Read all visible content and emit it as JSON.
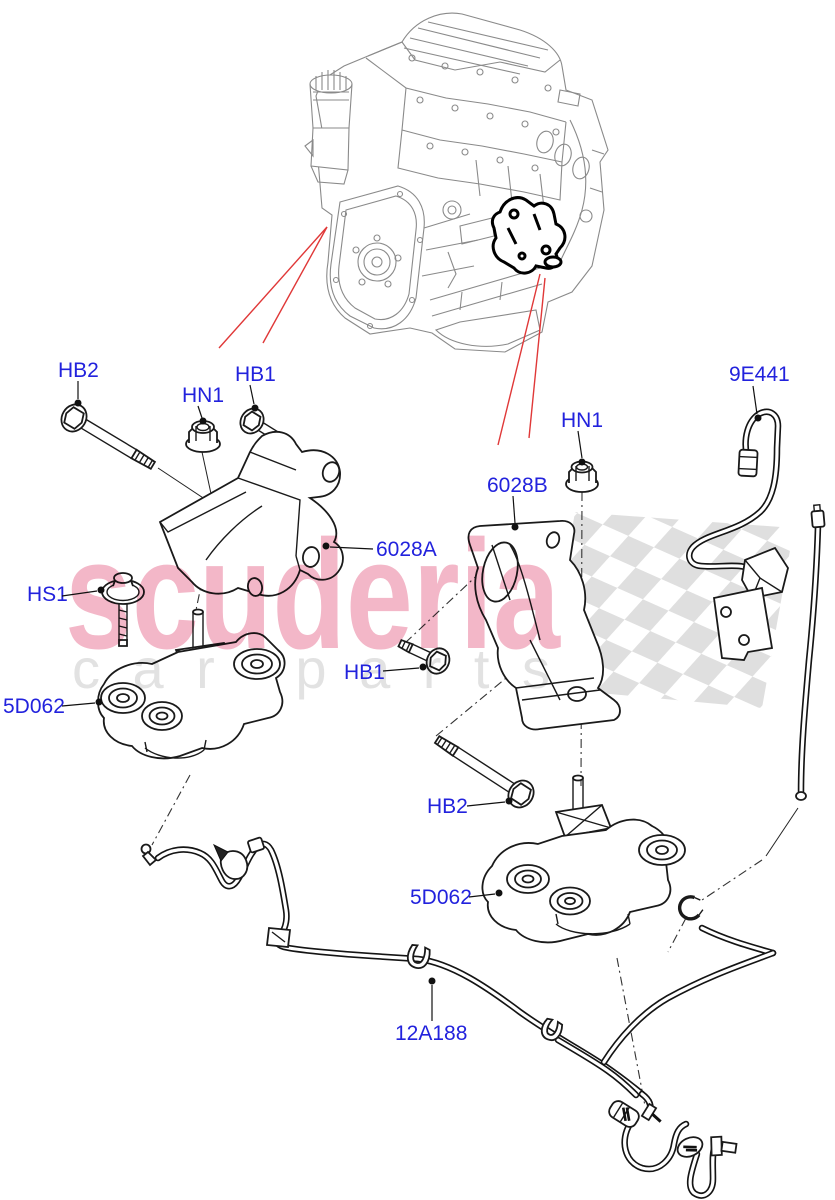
{
  "diagram": {
    "watermark_line1": "scuderia",
    "watermark_line2": "car parts"
  },
  "colors": {
    "label_blue": "#2222dd",
    "leader_red": "#e03838",
    "watermark_pink": "#f3b7c8",
    "watermark_gray": "#e2e2e2",
    "checker_gray": "#d9d9d9",
    "part_line": "#1a1a1a",
    "engine_line": "#8a8a8a"
  },
  "labels": [
    {
      "code": "HB2"
    },
    {
      "code": "HN1"
    },
    {
      "code": "HB1"
    },
    {
      "code": "9E441"
    },
    {
      "code": "HN1"
    },
    {
      "code": "6028B"
    },
    {
      "code": "6028A"
    },
    {
      "code": "HS1"
    },
    {
      "code": "5D062"
    },
    {
      "code": "HB1"
    },
    {
      "code": "HB2"
    },
    {
      "code": "5D062"
    },
    {
      "code": "12A188"
    }
  ]
}
